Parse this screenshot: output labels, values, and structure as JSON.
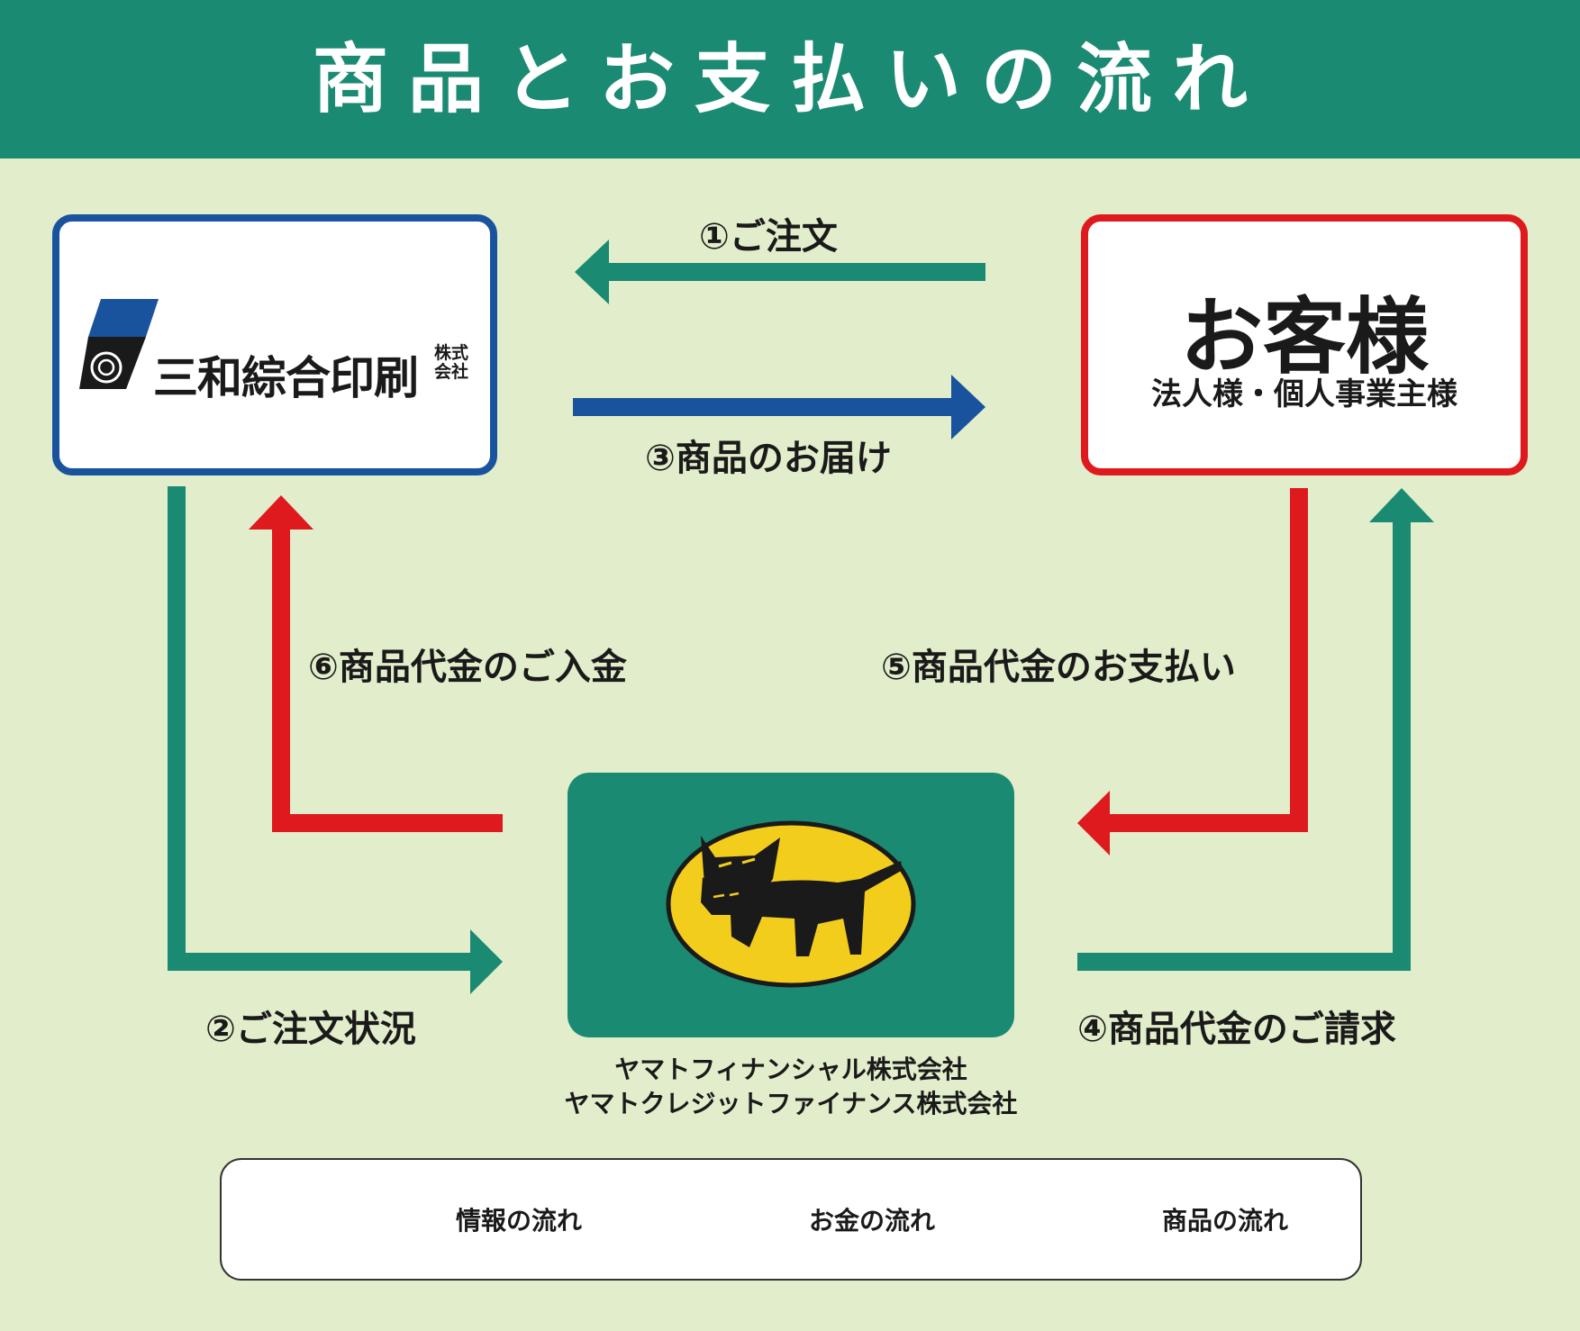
{
  "title": "商品とお支払いの流れ",
  "colors": {
    "info_flow": "#1b8a72",
    "money_flow": "#de1a1e",
    "goods_flow": "#19539e",
    "background": "#e2eecb"
  },
  "sanwa": {
    "name": "三和綜合印刷",
    "suffix": "株式会社"
  },
  "customer": {
    "title": "お客様",
    "subtitle": "法人様・個人事業主様"
  },
  "yamato": {
    "logo_icon": "black-cat-icon",
    "line1": "ヤマトフィナンシャル株式会社",
    "line2": "ヤマトクレジットファイナンス株式会社"
  },
  "steps": {
    "s1": "①ご注文",
    "s2": "②ご注文状況",
    "s3": "③商品のお届け",
    "s4": "④商品代金のご請求",
    "s5": "⑤商品代金のお支払い",
    "s6": "⑥商品代金のご入金"
  },
  "legend": {
    "info": "情報の流れ",
    "money": "お金の流れ",
    "goods": "商品の流れ"
  }
}
